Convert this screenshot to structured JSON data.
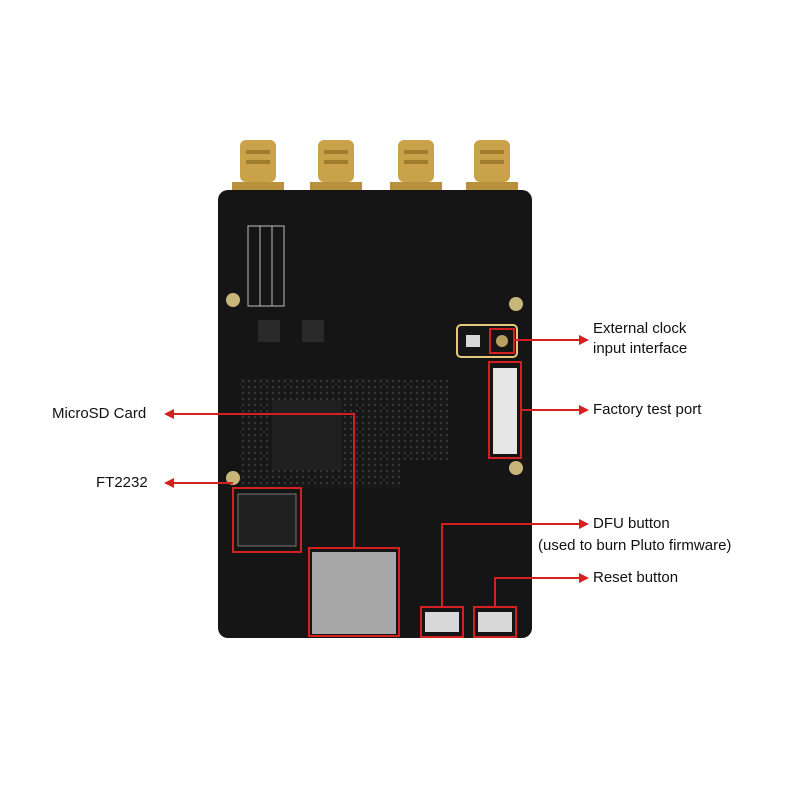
{
  "colors": {
    "board": "#151515",
    "annotation": "#d42020",
    "gold": "#c9a24a",
    "chip": "#2a2a2a"
  },
  "labels": {
    "ext_clock_line1": "External clock",
    "ext_clock_line2": "input interface",
    "factory_test": "Factory test port",
    "microsd": "MicroSD Card",
    "ft2232": "FT2232",
    "dfu_line1": "DFU button",
    "dfu_line2": "(used to burn Pluto firmware)",
    "reset": "Reset button"
  },
  "board": {
    "connectors": [
      "sma-connector-1",
      "sma-connector-2",
      "sma-connector-3",
      "sma-connector-4"
    ]
  }
}
